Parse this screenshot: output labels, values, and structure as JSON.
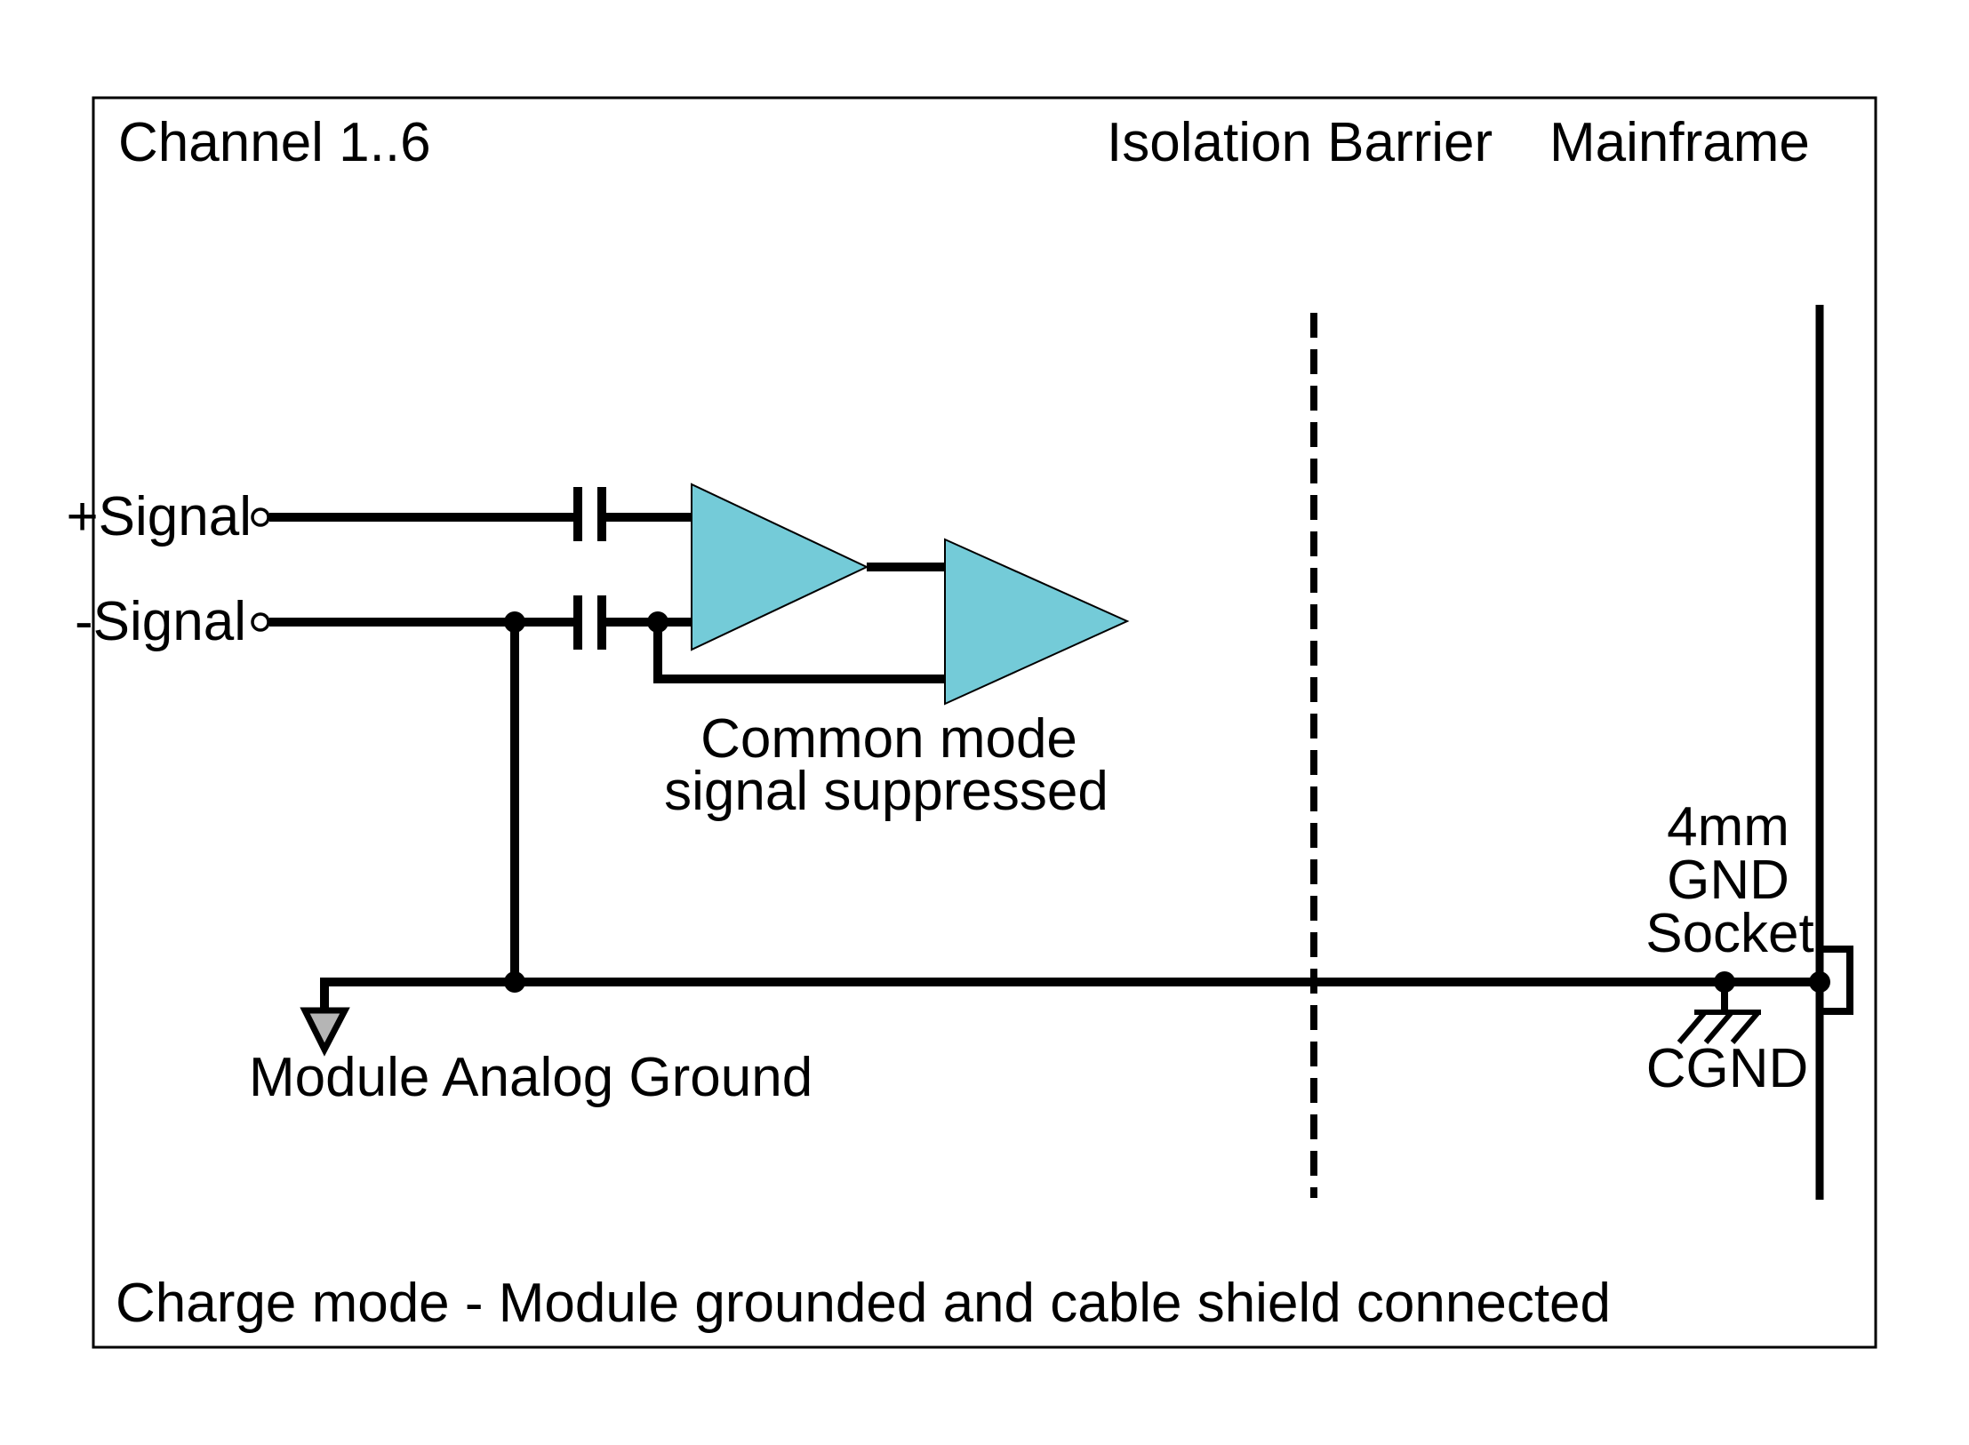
{
  "header": {
    "channel_label": "Channel 1..6",
    "isolation_barrier_label": "Isolation Barrier",
    "mainframe_label": "Mainframe"
  },
  "inputs": {
    "plus_signal_label": "+Signal",
    "minus_signal_label": "-Signal"
  },
  "annotations": {
    "common_mode_line1": "Common mode",
    "common_mode_line2": "signal suppressed",
    "module_ground_label": "Module Analog Ground",
    "gnd_socket_line1": "4mm",
    "gnd_socket_line2": "GND",
    "gnd_socket_line3": "Socket",
    "cgnd_label": "CGND"
  },
  "caption": "Charge mode - Module grounded and cable shield connected",
  "colors": {
    "amplifier_fill": "#74cbd8",
    "ground_arrow_fill": "#b5b5b5",
    "line_color": "#000000",
    "background": "#ffffff"
  }
}
